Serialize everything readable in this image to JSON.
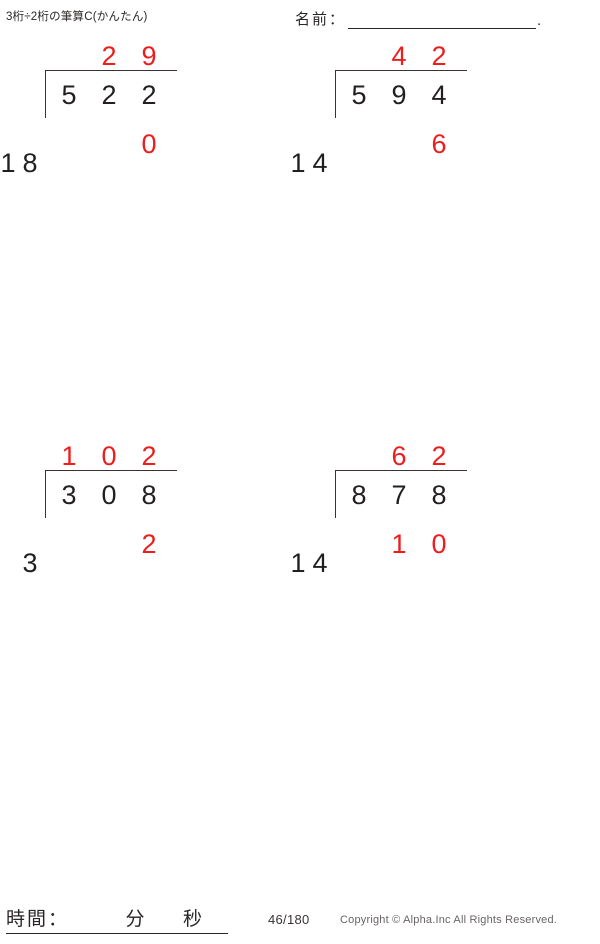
{
  "header": {
    "title": "3桁÷2桁の筆算C(かんたん)",
    "name_label": "名前：",
    "name_value": "",
    "name_trailing_period": "."
  },
  "problems": [
    {
      "id": "problem-1",
      "divisor": [
        "1",
        "8"
      ],
      "dividend": [
        "5",
        "2",
        "2"
      ],
      "quotient": [
        "",
        "2",
        "9"
      ],
      "remainder": [
        "",
        "",
        "0"
      ]
    },
    {
      "id": "problem-2",
      "divisor": [
        "1",
        "4"
      ],
      "dividend": [
        "5",
        "9",
        "4"
      ],
      "quotient": [
        "",
        "4",
        "2"
      ],
      "remainder": [
        "",
        "",
        "6"
      ]
    },
    {
      "id": "problem-3",
      "divisor": [
        "3"
      ],
      "dividend": [
        "3",
        "0",
        "8"
      ],
      "quotient": [
        "1",
        "0",
        "2"
      ],
      "remainder": [
        "",
        "",
        "2"
      ]
    },
    {
      "id": "problem-4",
      "divisor": [
        "1",
        "4"
      ],
      "dividend": [
        "8",
        "7",
        "8"
      ],
      "quotient": [
        "",
        "6",
        "2"
      ],
      "remainder": [
        "",
        "1",
        "0"
      ]
    }
  ],
  "footer": {
    "time_label": "時間：",
    "minute_unit": "分",
    "second_unit": "秒",
    "page_number": "46/180",
    "copyright": "Copyright © Alpha.Inc All Rights Reserved."
  },
  "colors": {
    "answer_red": "#ee1c1c",
    "ink_black": "#231f1f",
    "background": "#ffffff"
  }
}
